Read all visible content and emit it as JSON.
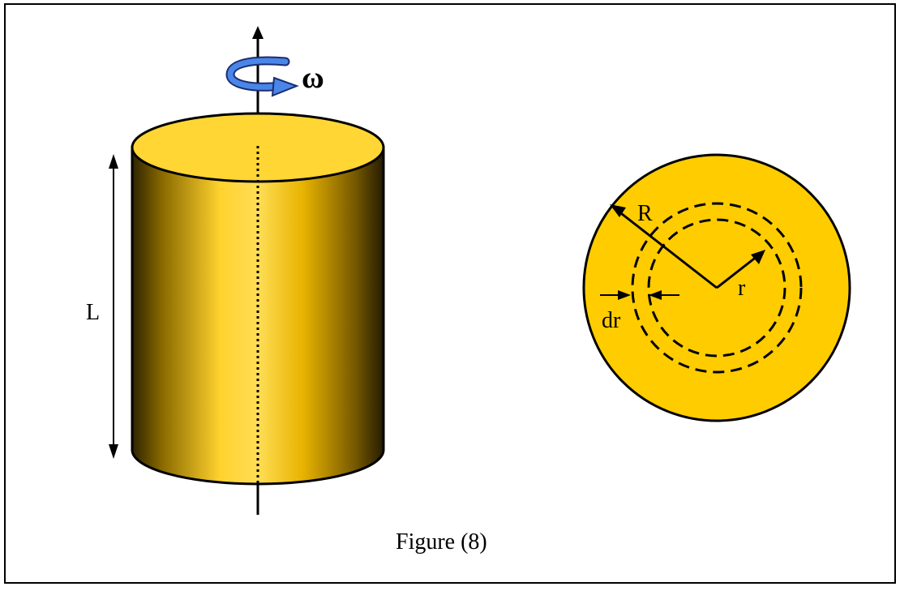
{
  "figure": {
    "caption": "Figure (8)",
    "cylinder": {
      "length_label": "L",
      "angular_velocity_label": "ω"
    },
    "cross_section": {
      "outer_radius_label": "R",
      "inner_radius_label": "r",
      "shell_thickness_label": "dr"
    }
  },
  "colors": {
    "cylinder_top": "#FFD633",
    "cylinder_body_light": "#FFE066",
    "cylinder_body_dark": "#3A2A00",
    "disc_fill": "#FFCC00",
    "rotation_arrow": "#3366CC",
    "outline": "#000000"
  }
}
